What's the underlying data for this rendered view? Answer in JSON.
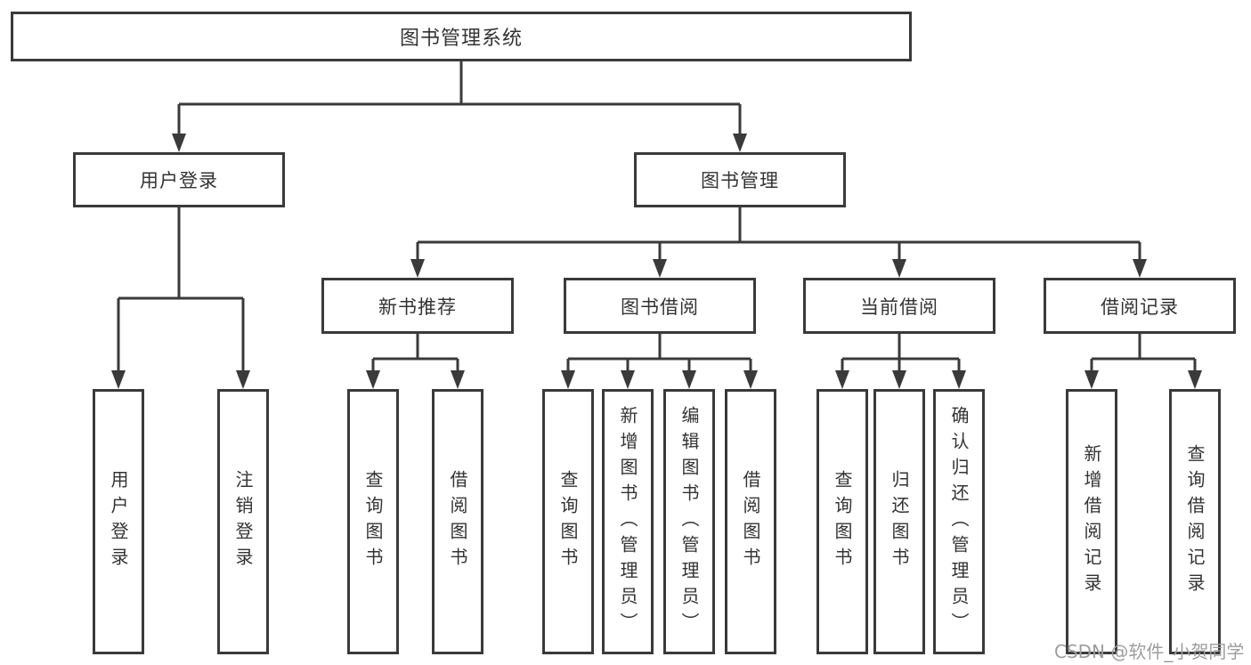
{
  "diagram": {
    "root": {
      "label": "图书管理系统",
      "children": [
        {
          "label": "用户登录",
          "children": [
            {
              "label": "用户登录"
            },
            {
              "label": "注销登录"
            }
          ]
        },
        {
          "label": "图书管理",
          "children": [
            {
              "label": "新书推荐",
              "children": [
                {
                  "label": "查询图书"
                },
                {
                  "label": "借阅图书"
                }
              ]
            },
            {
              "label": "图书借阅",
              "children": [
                {
                  "label": "查询图书"
                },
                {
                  "label": "新增图书（管理员）"
                },
                {
                  "label": "编辑图书（管理员）"
                },
                {
                  "label": "借阅图书"
                }
              ]
            },
            {
              "label": "当前借阅",
              "children": [
                {
                  "label": "查询图书"
                },
                {
                  "label": "归还图书"
                },
                {
                  "label": "确认归还（管理员）"
                }
              ]
            },
            {
              "label": "借阅记录",
              "children": [
                {
                  "label": "新增借阅记录"
                },
                {
                  "label": "查询借阅记录"
                }
              ]
            }
          ]
        }
      ]
    }
  },
  "watermark": {
    "text": "CSDN @软件_小贺同学"
  },
  "colors": {
    "line": "#3a3a3a",
    "box_border": "#3a3a3a",
    "box_fill": "#ffffff",
    "text": "#333333",
    "watermark": "#9d9d9d",
    "background": "#ffffff"
  }
}
